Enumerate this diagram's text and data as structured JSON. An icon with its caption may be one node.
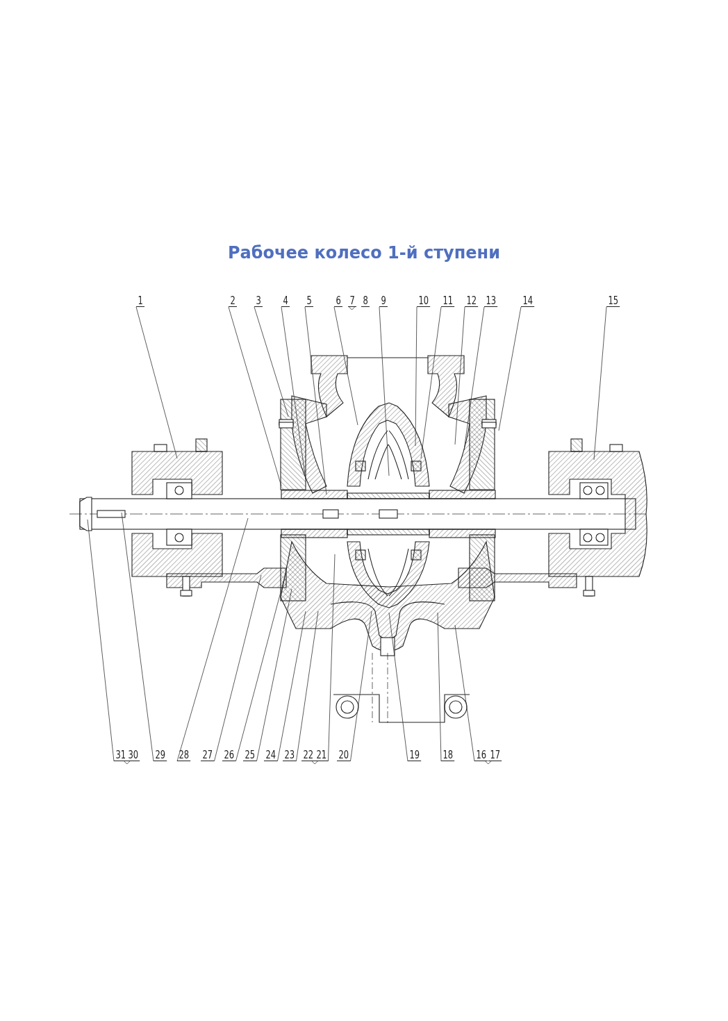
{
  "diagram": {
    "title": "Рабочее колесо 1-й ступени",
    "nodes": [
      {
        "text": [
          "1"
        ]
      },
      {
        "text": [
          "2"
        ]
      },
      {
        "text": [
          "3"
        ]
      },
      {
        "text": [
          "4"
        ]
      },
      {
        "text": [
          "5"
        ]
      },
      {
        "text": [
          "6"
        ]
      },
      {
        "text": [
          "7"
        ]
      },
      {
        "text": [
          "8"
        ]
      },
      {
        "text": [
          "9"
        ]
      },
      {
        "text": [
          "10"
        ]
      },
      {
        "text": [
          "11"
        ]
      },
      {
        "text": [
          "12"
        ]
      },
      {
        "text": [
          "13"
        ]
      },
      {
        "text": [
          "14"
        ]
      },
      {
        "text": [
          "15"
        ]
      },
      {
        "text": [
          "31"
        ]
      },
      {
        "text": [
          "30"
        ]
      },
      {
        "text": [
          "29"
        ]
      },
      {
        "text": [
          "28"
        ]
      },
      {
        "text": [
          "27"
        ]
      },
      {
        "text": [
          "26"
        ]
      },
      {
        "text": [
          "25"
        ]
      },
      {
        "text": [
          "24"
        ]
      },
      {
        "text": [
          "23"
        ]
      },
      {
        "text": [
          "22"
        ]
      },
      {
        "text": [
          "21"
        ]
      },
      {
        "text": [
          "20"
        ]
      },
      {
        "text": [
          "19"
        ]
      },
      {
        "text": [
          "18"
        ]
      },
      {
        "text": [
          "16"
        ]
      },
      {
        "text": [
          "17"
        ]
      }
    ],
    "edges": [
      {
        "from": 0,
        "to": null,
        "arrow": "none"
      },
      {
        "from": 1,
        "to": null,
        "arrow": "none"
      },
      {
        "from": 2,
        "to": null,
        "arrow": "none"
      },
      {
        "from": 3,
        "to": null,
        "arrow": "none"
      },
      {
        "from": 4,
        "to": null,
        "arrow": "none"
      },
      {
        "from": 5,
        "to": null,
        "arrow": "none"
      },
      {
        "from": 8,
        "to": null,
        "arrow": "none"
      },
      {
        "from": 9,
        "to": null,
        "arrow": "none"
      },
      {
        "from": 10,
        "to": null,
        "arrow": "none"
      },
      {
        "from": 11,
        "to": null,
        "arrow": "none"
      },
      {
        "from": 12,
        "to": null,
        "arrow": "none"
      },
      {
        "from": 13,
        "to": null,
        "arrow": "none"
      },
      {
        "from": 14,
        "to": null,
        "arrow": "none"
      },
      {
        "from": 15,
        "to": null,
        "arrow": "none"
      },
      {
        "from": 17,
        "to": null,
        "arrow": "none"
      },
      {
        "from": 18,
        "to": null,
        "arrow": "none"
      },
      {
        "from": 19,
        "to": null,
        "arrow": "none"
      },
      {
        "from": 20,
        "to": null,
        "arrow": "none"
      },
      {
        "from": 21,
        "to": null,
        "arrow": "none"
      },
      {
        "from": 22,
        "to": null,
        "arrow": "none"
      },
      {
        "from": 23,
        "to": null,
        "arrow": "none"
      },
      {
        "from": 25,
        "to": null,
        "arrow": "none"
      },
      {
        "from": 26,
        "to": null,
        "arrow": "none"
      },
      {
        "from": 27,
        "to": null,
        "arrow": "none"
      },
      {
        "from": 28,
        "to": null,
        "arrow": "none"
      },
      {
        "from": 29,
        "to": null,
        "arrow": "none"
      }
    ]
  }
}
